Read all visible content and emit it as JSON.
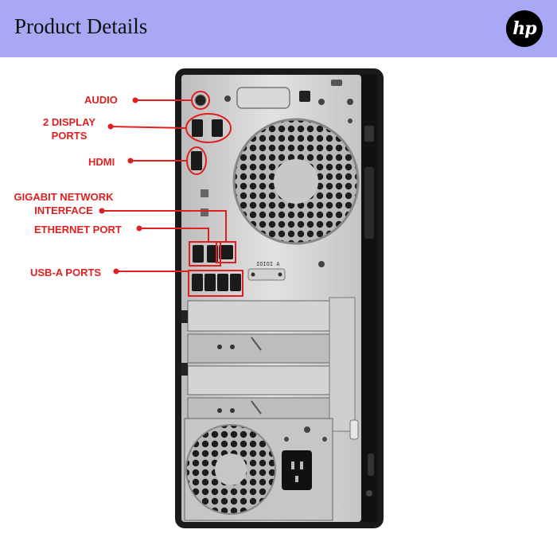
{
  "header": {
    "title": "Product Details",
    "logo_text": "hp"
  },
  "callouts": {
    "audio": "AUDIO",
    "display_line1": "2 DISPLAY",
    "display_line2": "PORTS",
    "hdmi": "HDMI",
    "gigabit_line1": "GIGABIT NETWORK",
    "gigabit_line2": "INTERFACE",
    "ethernet": "ETHERNET PORT",
    "usb": "USB-A PORTS"
  },
  "panel_text": "IOIOI A",
  "colors": {
    "header_bg": "#a8a8f5",
    "callout": "#e02020",
    "chassis": "#1a1a1a",
    "panel": "#c8c8c8"
  }
}
